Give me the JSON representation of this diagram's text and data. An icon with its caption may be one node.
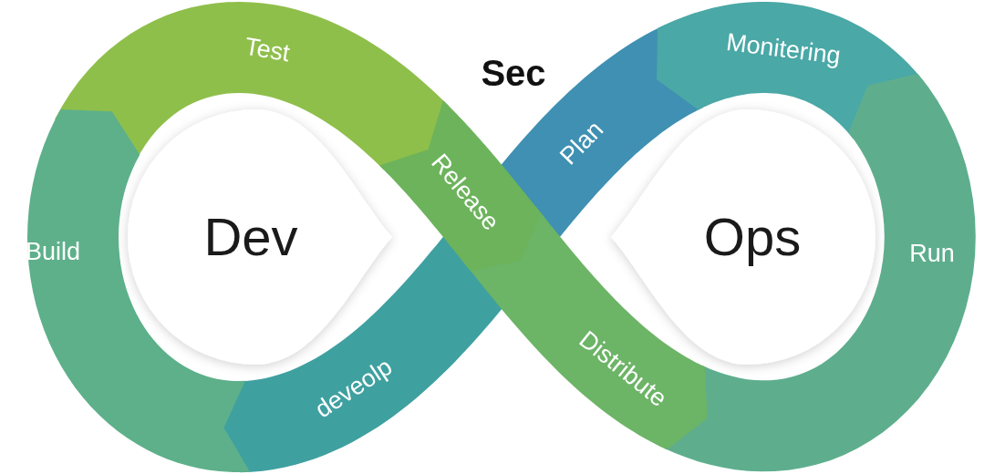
{
  "diagram": {
    "nodes": [
      {
        "text": [
          "Test"
        ]
      },
      {
        "text": [
          "Monitering"
        ]
      },
      {
        "text": [
          "Release"
        ]
      },
      {
        "text": [
          "Plan"
        ]
      },
      {
        "text": [
          "Dev"
        ]
      },
      {
        "text": [
          "Ops"
        ]
      },
      {
        "text": [
          "Build"
        ]
      },
      {
        "text": [
          "Run"
        ]
      },
      {
        "text": [
          "Distribute"
        ]
      },
      {
        "text": [
          "deveolp"
        ]
      }
    ],
    "labels": [
      "Sec"
    ]
  }
}
